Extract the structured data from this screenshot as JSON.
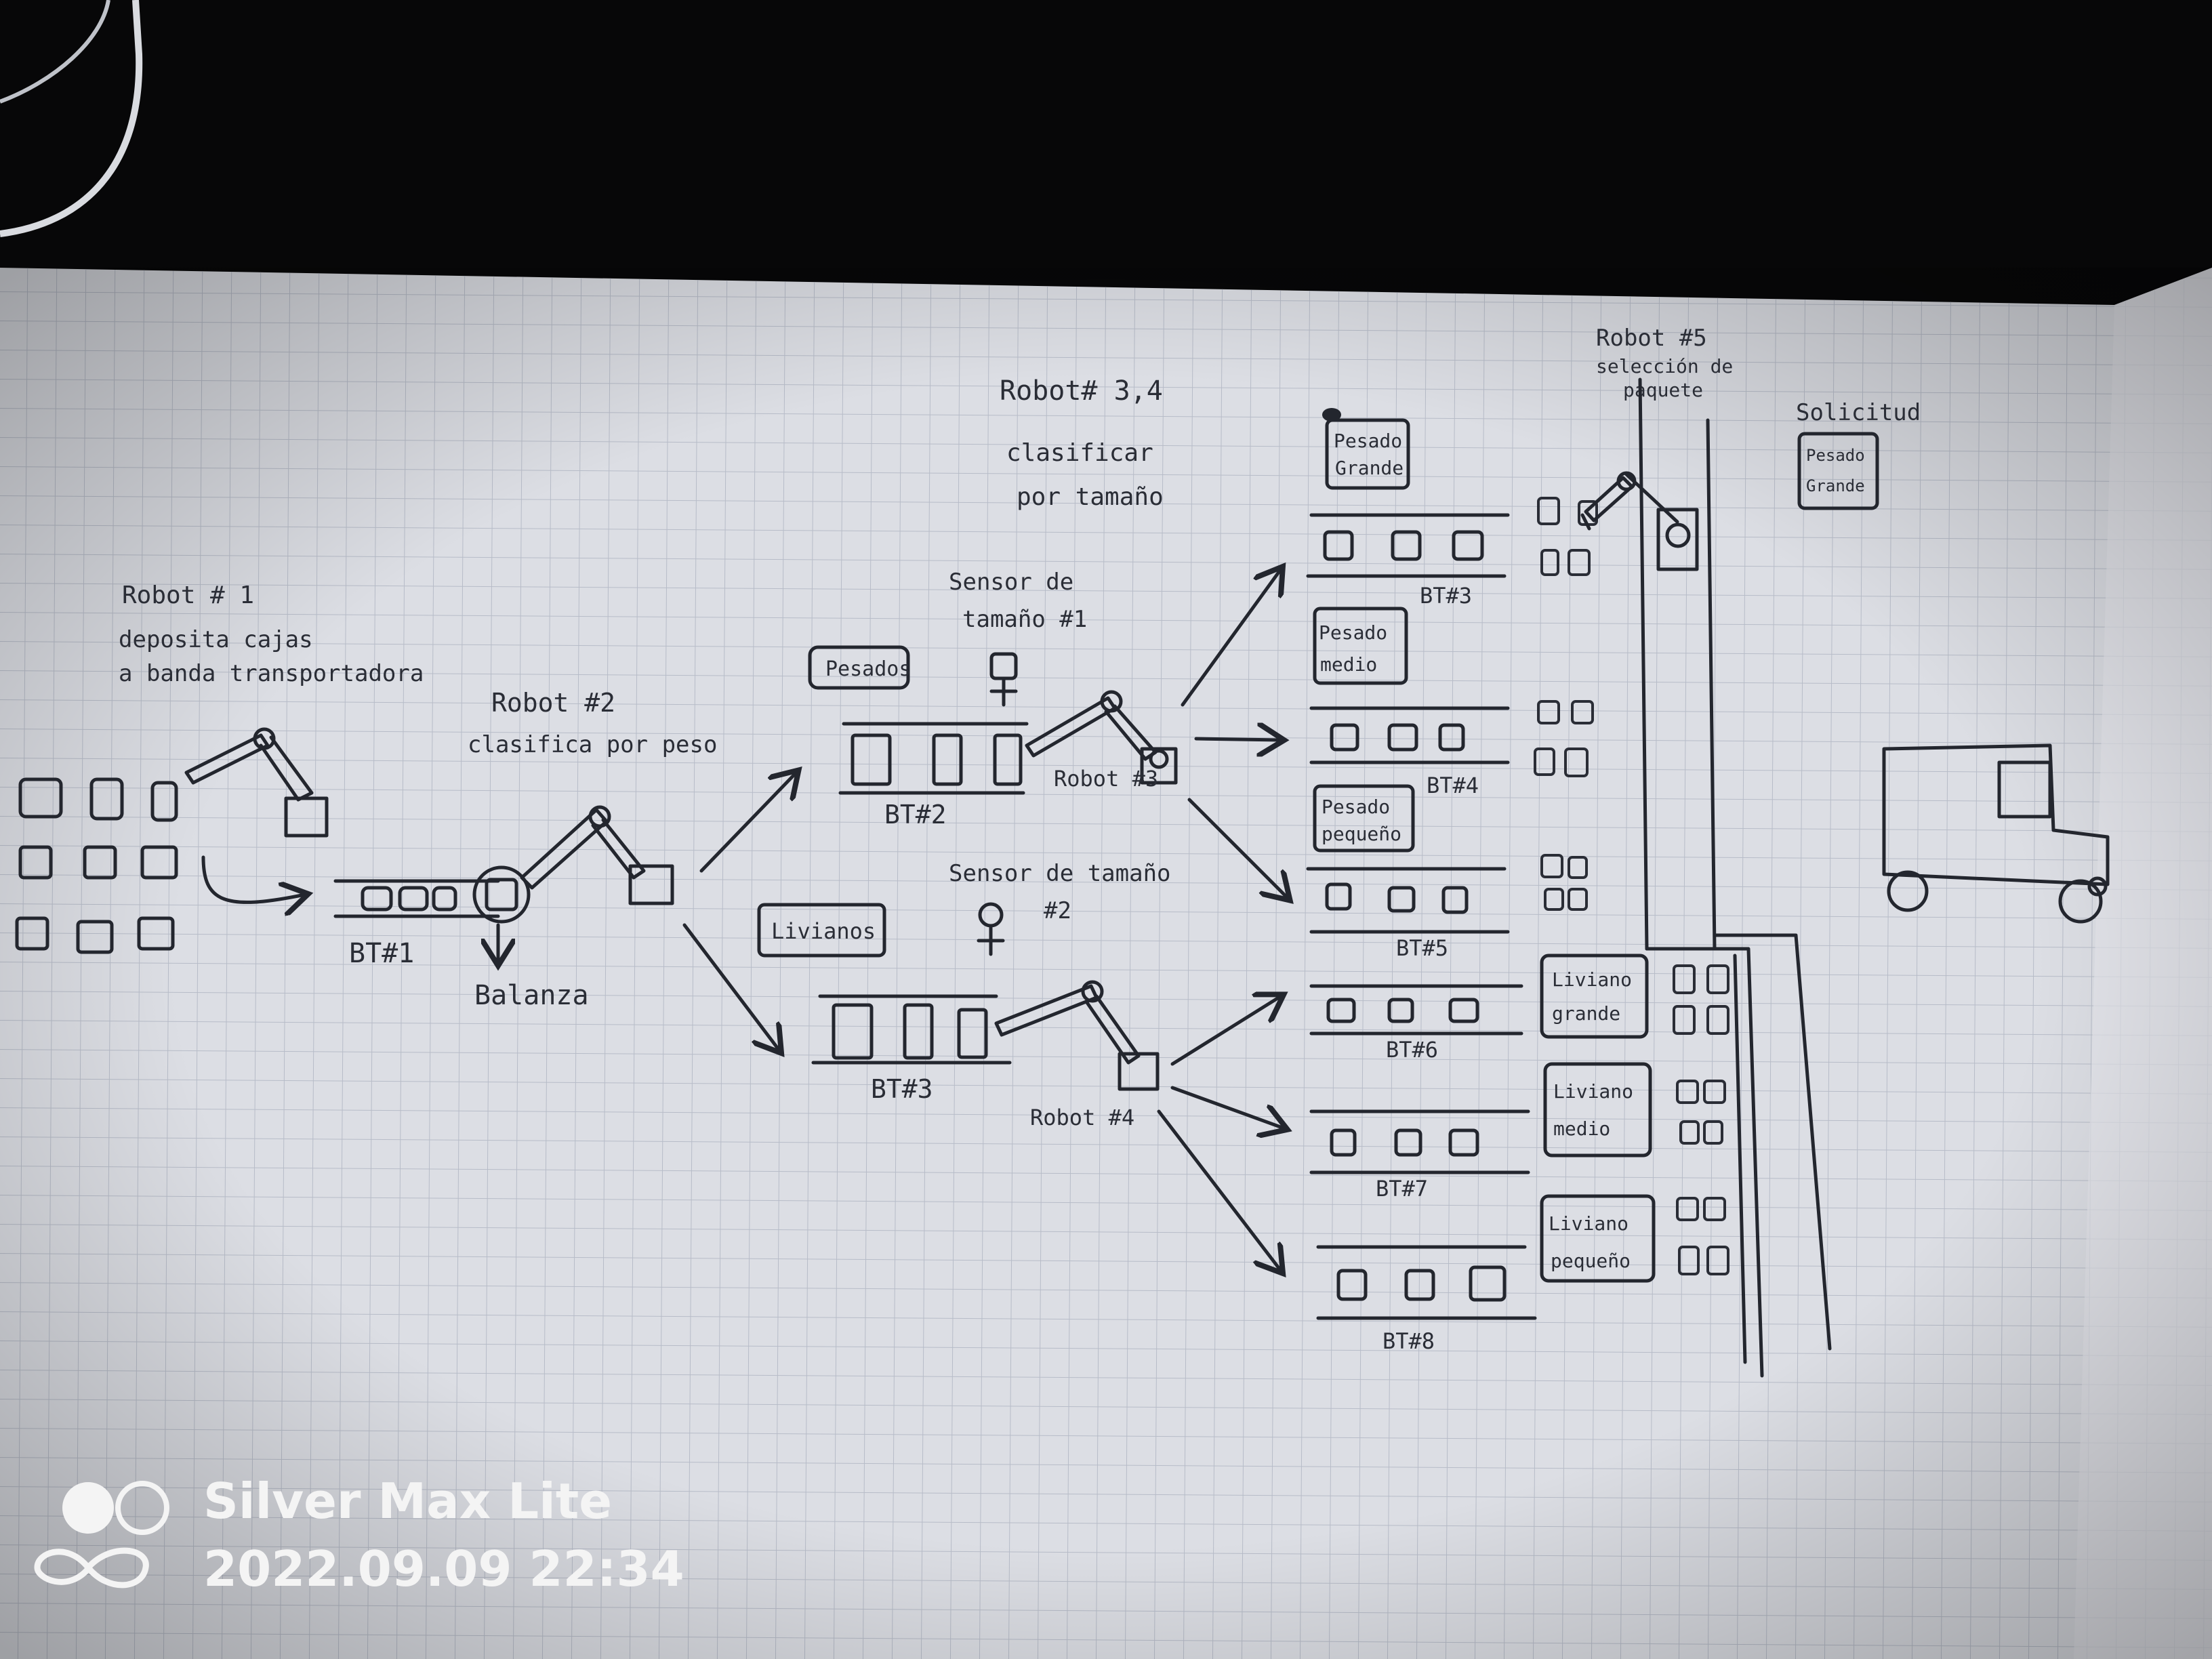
{
  "colors": {
    "background": "#070708",
    "paper": "#dcdee4",
    "grid": "#b7bcc8",
    "ink": "#23262e",
    "watermark": "#f4f4f4"
  },
  "sketch": {
    "robot1": {
      "title": "Robot # 1",
      "line1": "deposita cajas",
      "line2": "a banda transportadora"
    },
    "robot2": {
      "title": "Robot #2",
      "line1": "clasifica por peso"
    },
    "bt1": "BT#1",
    "balanza": "Balanza",
    "pesados": "Pesados",
    "livianos": "Livianos",
    "bt2_left": "BT#2",
    "bt3_left": "BT#3",
    "robot34": {
      "title": "Robot# 3,4",
      "line1": "clasificar",
      "line2": "por tamaño"
    },
    "sensor1": {
      "line1": "Sensor de",
      "line2": "tamaño #1"
    },
    "sensor2": {
      "line1": "Sensor de tamaño",
      "line2": "#2"
    },
    "robot3": "Robot #3",
    "robot4": "Robot #4",
    "pesado_grande": {
      "line1": "Pesado",
      "line2": "Grande"
    },
    "pesado_medio": {
      "line1": "Pesado",
      "line2": "medio"
    },
    "pesado_pequeno": {
      "line1": "Pesado",
      "line2": "pequeño"
    },
    "liviano_grande": {
      "line1": "Liviano",
      "line2": "grande"
    },
    "liviano_medio": {
      "line1": "Liviano",
      "line2": "medio"
    },
    "liviano_pequeno": {
      "line1": "Liviano",
      "line2": "pequeño"
    },
    "bt3_right": "BT#3",
    "bt4": "BT#4",
    "bt5": "BT#5",
    "bt6": "BT#6",
    "bt7": "BT#7",
    "bt8": "BT#8",
    "robot5": {
      "title": "Robot #5",
      "line1": "selección de",
      "line2": "paquete"
    },
    "solicitud": {
      "title": "Solicitud",
      "line1": "Pesado",
      "line2": "Grande"
    }
  },
  "watermark": {
    "device": "Silver Max Lite",
    "datetime": "2022.09.09 22:34",
    "logo_icon": "dual-camera-logo-icon"
  }
}
